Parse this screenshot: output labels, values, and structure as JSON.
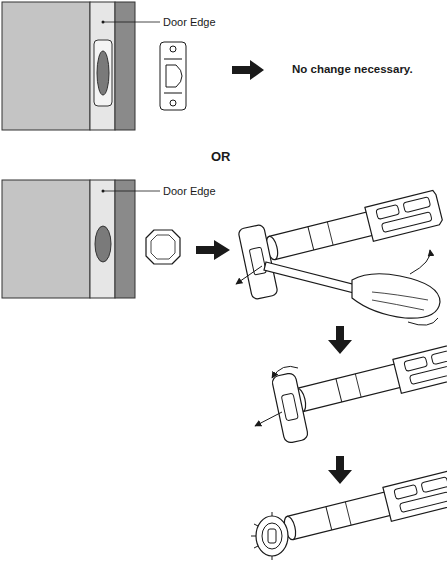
{
  "diagram": {
    "labels": [
      "Door Edge",
      "No change necessary.",
      "OR",
      "Door Edge"
    ]
  }
}
